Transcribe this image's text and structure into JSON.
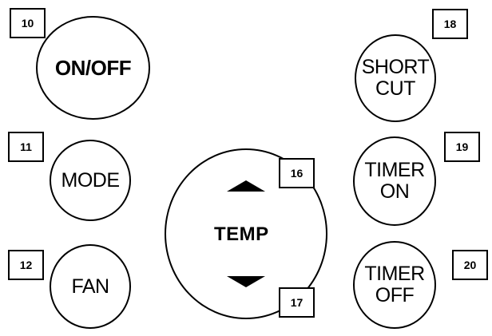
{
  "buttons": {
    "on_off": {
      "label": "ON/OFF",
      "callout": "10"
    },
    "mode": {
      "label": "MODE",
      "callout": "11"
    },
    "fan": {
      "label": "FAN",
      "callout": "12"
    },
    "temp": {
      "label": "TEMP",
      "callout_up": "16",
      "callout_down": "17"
    },
    "short_cut": {
      "label": "SHORT\nCUT",
      "callout": "18"
    },
    "timer_on": {
      "label": "TIMER\nON",
      "callout": "19"
    },
    "timer_off": {
      "label": "TIMER\nOFF",
      "callout": "20"
    }
  },
  "icons": {
    "temp_up": "triangle-up-icon",
    "temp_down": "triangle-down-icon"
  },
  "colors": {
    "stroke": "#000000",
    "background": "#ffffff"
  }
}
